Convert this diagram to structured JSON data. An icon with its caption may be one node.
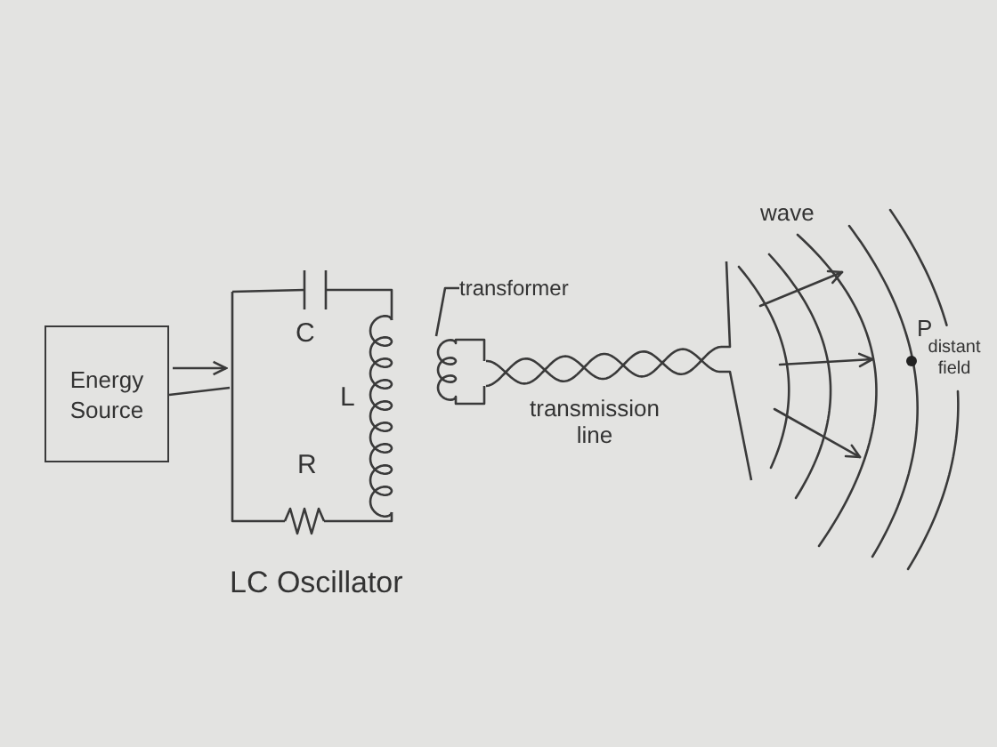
{
  "diagram": {
    "nodes": [
      {
        "text": [
          "Energy Source"
        ]
      },
      {
        "text": [
          "LC Oscillator"
        ]
      },
      {
        "text": [],
        "shape": "coil"
      },
      {
        "text": [
          "transformer"
        ]
      },
      {
        "text": [],
        "shape": "antenna"
      }
    ],
    "edges": [
      {
        "from": 0,
        "to": 1,
        "arrow": "none"
      },
      {
        "from": 0,
        "to": 1,
        "arrow": "to"
      },
      {
        "from": 3,
        "to": 2,
        "arrow": "none"
      },
      {
        "from": 2,
        "to": 4,
        "arrow": "none",
        "label": "transmission line"
      }
    ],
    "labels": [
      "C",
      "L",
      "R",
      "wave",
      "P",
      "distant field"
    ]
  }
}
